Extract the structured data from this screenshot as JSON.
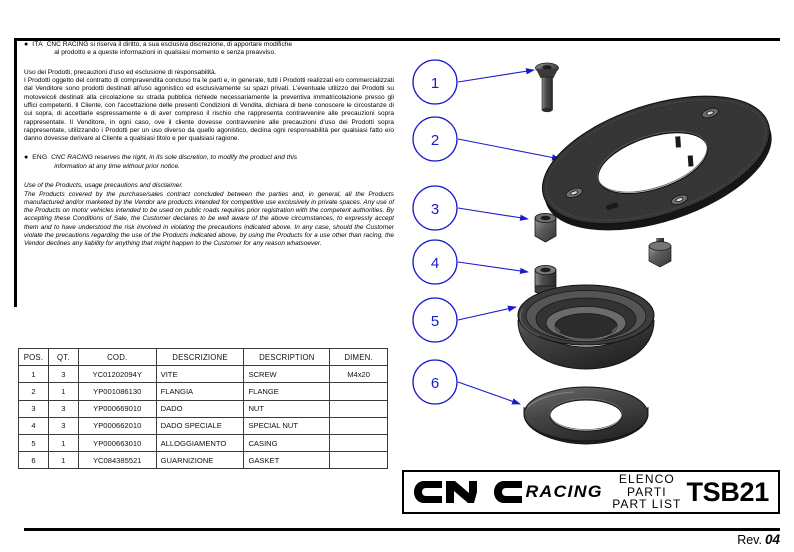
{
  "document": {
    "code": "TSB21",
    "revision_label": "Rev.",
    "revision_value": "04",
    "title_it": "ELENCO PARTI",
    "title_en": "PART LIST",
    "brand_cnc": "CNC",
    "brand_racing": "RACING"
  },
  "legal": {
    "it": {
      "tag": "ITA",
      "notice_line1": "CNC RACING si riserva il diritto, a sua esclusiva discrezione, di apportare modifiche",
      "notice_line2": "al prodotto e a queste informazioni in qualsiasi momento e senza preavviso.",
      "heading": "Uso dei Prodotti, precauzioni d'uso ed esclusione di responsabilità.",
      "body": "I Prodotti oggetto del contratto di compravendita concluso tra le parti e, in generale, tutti i Prodotti realizzati e/o commercializzati dal Venditore sono prodotti destinati all'uso agonistico ed esclusivamente su spazi privati. L'eventuale utilizzo dei Prodotti su motoveicoli destinati alla circolazione su strada pubblica richiede necessariamente la preventiva immatricolazione presso gli uffici competenti. Il Cliente, con l'accettazione delle presenti Condizioni di Vendita, dichiara di bene conoscere le circostanze di cui sopra, di accettarle espressamente e di aver compreso il rischio che rappresenta contravvenire alle precauzioni sopra rappresentate. Il Venditore, in ogni caso, ove il cliente dovesse contravvenire alle precauzioni d'uso dei Prodotti sopra rappresentate, utilizzando i Prodotti per un uso diverso da quello agonistico, declina ogni responsabilità per qualsiasi fatto e/o danno dovesse derivare al Cliente a qualsiasi titolo e per qualsiasi ragione."
    },
    "en": {
      "tag": "ENG",
      "notice_line1": "CNC RACING reserves the right, in its sole discretion, to modify the product and this",
      "notice_line2": "information at any time without prior notice.",
      "heading": "Use of the Products, usage precautions and disclaimer.",
      "body": "The Products covered by the purchase/sales contract concluded between the parties and, in general, all the Products manufactured and/or marketed by the Vendor are products intended for competitive use exclusively in private spaces. Any use of the Products on motor vehicles intended to be used on public roads requires prior registration with the competent authorities. By accepting these Conditions of Sale, the Customer declares to be well aware of the above circumstances, to expressly accept them and to have understood the risk involved in violating the precautions indicated above. In any case, should the Customer violate the precautions regarding the use of the Products indicated above, by using the Products for a use other than racing, the Vendor declines any liability for anything that might happen to the Customer for any reason whatsoever."
    }
  },
  "parts_table": {
    "headers": [
      "POS.",
      "QT.",
      "COD.",
      "DESCRIZIONE",
      "DESCRIPTION",
      "DIMEN."
    ],
    "rows": [
      {
        "pos": "1",
        "qt": "3",
        "cod": "YC01202094Y",
        "descrizione": "VITE",
        "description": "SCREW",
        "dimen": "M4x20"
      },
      {
        "pos": "2",
        "qt": "1",
        "cod": "YP001086130",
        "descrizione": "FLANGIA",
        "description": "FLANGE",
        "dimen": ""
      },
      {
        "pos": "3",
        "qt": "3",
        "cod": "YP000669010",
        "descrizione": "DADO",
        "description": "NUT",
        "dimen": ""
      },
      {
        "pos": "4",
        "qt": "3",
        "cod": "YP000662010",
        "descrizione": "DADO SPECIALE",
        "description": "SPECIAL NUT",
        "dimen": ""
      },
      {
        "pos": "5",
        "qt": "1",
        "cod": "YP000663010",
        "descrizione": "ALLOGGIAMENTO",
        "description": "CASING",
        "dimen": ""
      },
      {
        "pos": "6",
        "qt": "1",
        "cod": "YC084385521",
        "descrizione": "GUARNIZIONE",
        "description": "GASKET",
        "dimen": ""
      }
    ]
  },
  "drawing": {
    "callouts": [
      {
        "number": "1",
        "part": "screw"
      },
      {
        "number": "2",
        "part": "flange"
      },
      {
        "number": "3",
        "part": "nut"
      },
      {
        "number": "4",
        "part": "special-nut"
      },
      {
        "number": "5",
        "part": "casing"
      },
      {
        "number": "6",
        "part": "gasket"
      }
    ],
    "colors": {
      "callout": "#1a1ad0",
      "part_dark": "#3a3a3a",
      "part_mid": "#5c5c5c",
      "part_light": "#8d8d8d",
      "carbon": "#2e2e2e"
    }
  }
}
